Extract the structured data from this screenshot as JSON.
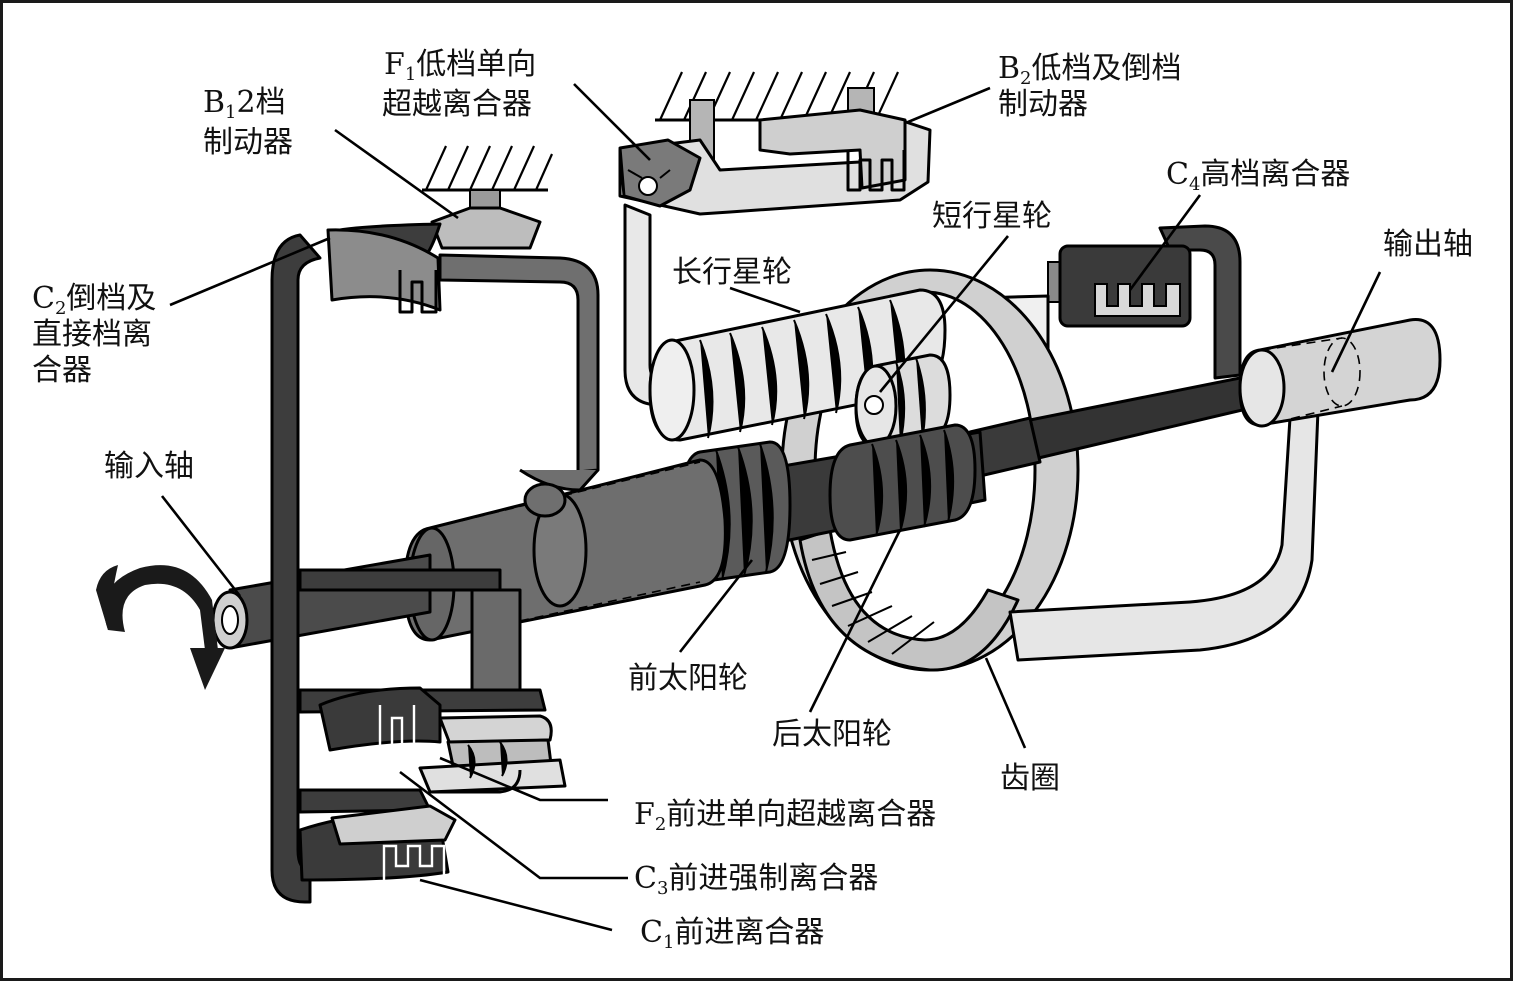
{
  "labels": {
    "f1": {
      "main": "低档单向",
      "prefix": "F",
      "sub": "1",
      "line2": "超越离合器"
    },
    "b1": {
      "prefix": "B",
      "sub": "1",
      "main": "2档",
      "line2": "制动器"
    },
    "b2": {
      "prefix": "B",
      "sub": "2",
      "main": "低档及倒档",
      "line2": "制动器"
    },
    "c4": {
      "prefix": "C",
      "sub": "4",
      "main": "高档离合器"
    },
    "c2": {
      "prefix": "C",
      "sub": "2",
      "main": "倒档及",
      "line2": "直接档离",
      "line3": "合器"
    },
    "short_planet": "短行星轮",
    "long_planet": "长行星轮",
    "output_shaft": "输出轴",
    "input_shaft": "输入轴",
    "front_sun": "前太阳轮",
    "rear_sun": "后太阳轮",
    "ring_gear": "齿圈",
    "f2": {
      "prefix": "F",
      "sub": "2",
      "main": "前进单向超越离合器"
    },
    "c3": {
      "prefix": "C",
      "sub": "3",
      "main": "前进强制离合器"
    },
    "c1": {
      "prefix": "C",
      "sub": "1",
      "main": "前进离合器"
    }
  },
  "colors": {
    "dark": "#3d3d3d",
    "mid": "#6e6e6e",
    "light": "#cfcfcf",
    "pale": "#e3e3e3",
    "frame": "#1a1a1a"
  }
}
